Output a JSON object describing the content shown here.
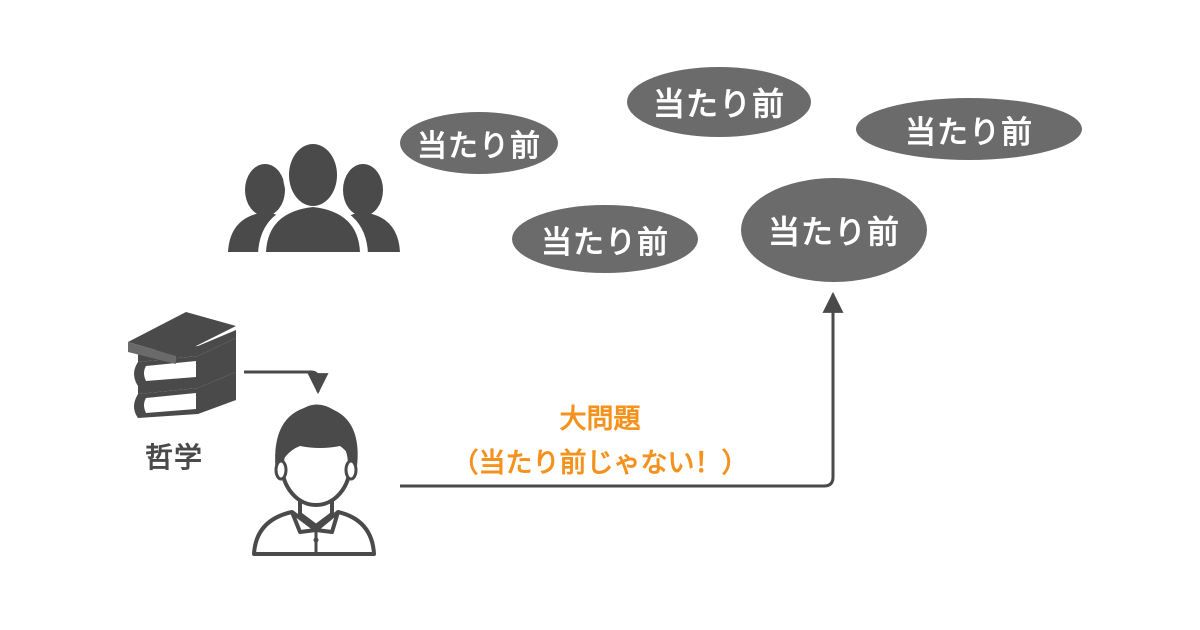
{
  "bubbles": [
    {
      "label": "当たり前"
    },
    {
      "label": "当たり前"
    },
    {
      "label": "当たり前"
    },
    {
      "label": "当たり前"
    },
    {
      "label": "当たり前"
    }
  ],
  "philosophy_label": "哲学",
  "problem": {
    "title": "大問題",
    "subtitle": "（当たり前じゃない！）"
  },
  "colors": {
    "icon": "#4a4a4a",
    "bubble": "#6b6b6b",
    "accent": "#f5921e",
    "arrow": "#4a4a4a"
  },
  "icons": [
    "people-group-icon",
    "books-icon",
    "person-icon"
  ]
}
